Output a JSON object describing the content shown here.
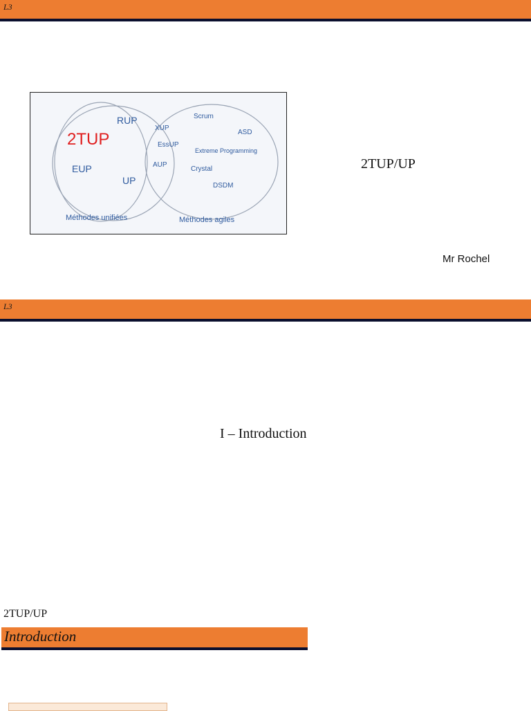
{
  "slides": [
    {
      "header_label": "L3"
    },
    {
      "header_label": "L3"
    }
  ],
  "slide1": {
    "title": "2TUP/UP",
    "author": "Mr Rochel",
    "venn": {
      "left_items": [
        "RUP",
        "2TUP",
        "EUP",
        "UP"
      ],
      "intersection_items": [
        "XUP",
        "EssUP",
        "AUP"
      ],
      "right_items": [
        "Scrum",
        "ASD",
        "Extreme Programming",
        "Crystal",
        "DSDM"
      ],
      "left_caption": "Méthodes unifiées",
      "right_caption": "Méthodes agiles",
      "colors": {
        "highlight": "#e02020",
        "text": "#2e5a9e",
        "circle": "#9aa4b4"
      }
    }
  },
  "slide2": {
    "title": "I – Introduction"
  },
  "slide3": {
    "top_label": "2TUP/UP",
    "section_title": "Introduction"
  }
}
